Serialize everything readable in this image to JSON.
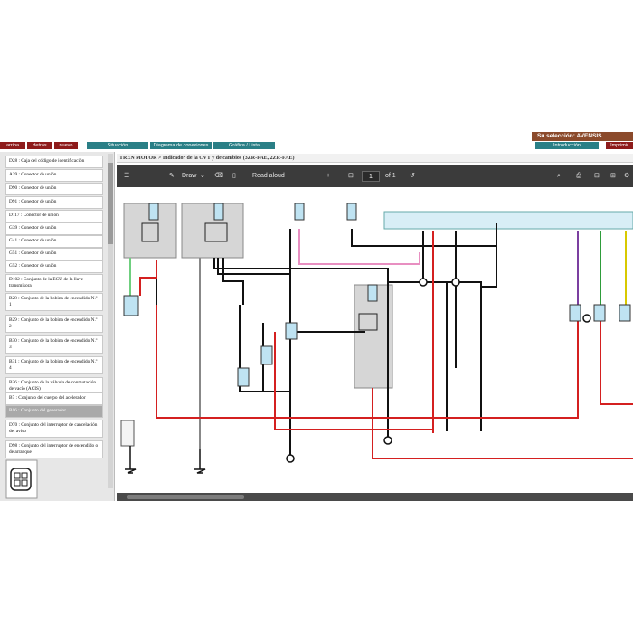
{
  "header": {
    "selection_label": "Su selección: AVENSIS",
    "nav_buttons": [
      "arriba",
      "detrás",
      "nuevo"
    ],
    "tabs": [
      "Situación",
      "Diagrama de conexiones",
      "Gráfica / Lista"
    ],
    "right_tabs": [
      "Introducción",
      "Imprimir"
    ]
  },
  "sidebar": {
    "items": [
      {
        "label": "D28 : Caja del código de identificación"
      },
      {
        "label": "A39 : Conector de unión"
      },
      {
        "label": "D90 : Conector de unión"
      },
      {
        "label": "D91 : Conector de unión"
      },
      {
        "label": "D117 : Conector de unión"
      },
      {
        "label": "G39 : Conector de unión"
      },
      {
        "label": "G41 : Conector de unión"
      },
      {
        "label": "G51 : Conector de unión"
      },
      {
        "label": "G52 : Conector de unión"
      },
      {
        "label": "D102 : Conjunto de la ECU de la llave transmisora"
      },
      {
        "label": "B28 : Conjunto de la bobina de encendido N.º 1"
      },
      {
        "label": "B29 : Conjunto de la bobina de encendido N.º 2"
      },
      {
        "label": "B30 : Conjunto de la bobina de encendido N.º 3"
      },
      {
        "label": "B31 : Conjunto de la bobina de encendido N.º 4"
      },
      {
        "label": "B26 : Conjunto de la válvula de conmutación de vacío (ACIS)"
      },
      {
        "label": "B7 : Conjunto del cuerpo del acelerador"
      },
      {
        "label": "B16 : Conjunto del generador",
        "selected": true
      },
      {
        "label": "D70 : Conjunto del interruptor de cancelación del aviso"
      },
      {
        "label": "D98 : Conjunto del interruptor de encendido o de arranque"
      }
    ]
  },
  "document": {
    "title": "TREN MOTOR > Indicador de la CVT y de cambios (3ZR-FAE, 2ZR-FAE)"
  },
  "pdf_toolbar": {
    "draw_label": "Draw",
    "read_aloud_label": "Read aloud",
    "page_current": "1",
    "page_total": "of 1"
  },
  "colors": {
    "nav_red": "#8e1b1b",
    "tab_teal": "#2a7f86",
    "selection_brown": "#8b4a2b",
    "toolbar_dark": "#3b3b3b"
  }
}
